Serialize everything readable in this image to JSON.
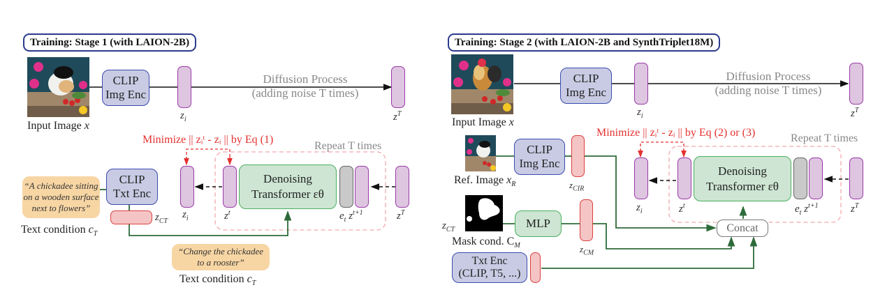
{
  "stage1": {
    "title": "Training: Stage 1 (with LAION-2B)",
    "input_image_label": "Input Image ",
    "input_image_var": "x",
    "input_image_icon": "chickadee-photo",
    "clip_img_enc": [
      "CLIP",
      "Img Enc"
    ],
    "diffusion_label": [
      "Diffusion Process",
      "(adding noise T times)"
    ],
    "minimize_label": "Minimize || zᵢᵗ - zᵢ || by Eq (1)",
    "repeat_label": "Repeat T times",
    "clip_txt_enc": [
      "CLIP",
      "Txt Enc"
    ],
    "prompt_text": [
      "“A chickadee sitting",
      "on a wooden surface",
      "next to flowers”"
    ],
    "text_condition_label": "Text condition ",
    "text_condition_var": "c",
    "text_condition_sub": "T",
    "denoiser": [
      "Denoising",
      "Transformer εθ"
    ],
    "edit_prompt": [
      "“Change the chickadee",
      "to a rooster”"
    ],
    "edit_condition_label": "Text condition ",
    "symbols": {
      "z_i": "z",
      "sub_i": "i",
      "sup_T": "T",
      "sup_t": "t",
      "sup_t1": "t+1",
      "e_t": "e",
      "sub_t": "t",
      "z_ct": "z",
      "sub_ct": "CT"
    }
  },
  "stage2": {
    "title": "Training: Stage 2 (with LAION-2B and SynthTriplet18M)",
    "input_image_label": "Input Image ",
    "input_image_var": "x",
    "input_image_icon": "rooster-photo",
    "clip_img_enc": [
      "CLIP",
      "Img Enc"
    ],
    "diffusion_label": [
      "Diffusion Process",
      "(adding noise T times)"
    ],
    "minimize_label": "Minimize || zᵢᵗ - zᵢ || by Eq (2) or (3)",
    "repeat_label": "Repeat T times",
    "ref_image_label": "Ref. Image ",
    "ref_image_var": "x",
    "ref_image_sub": "R",
    "ref_clip_enc": [
      "CLIP",
      "Img Enc"
    ],
    "mask_label": "Mask cond. C",
    "mask_sub": "M",
    "mlp_label": "MLP",
    "txt_enc": [
      "Txt Enc",
      "(CLIP, T5, ...)"
    ],
    "denoiser": [
      "Denoising",
      "Transformer εθ"
    ],
    "concat_label": "Concat",
    "symbols": {
      "z_cir": "z",
      "sub_cir": "CIR",
      "z_cm": "z",
      "sub_cm": "CM",
      "z_ct": "z",
      "sub_ct": "CT"
    }
  },
  "colors": {
    "encoder_fill": "#c8cbe3",
    "encoder_border": "#3b4bb0",
    "latent_fill": "#dec5e0",
    "latent_border": "#9a3aa8",
    "condition_fill": "#f5c5c5",
    "condition_border": "#d9403f",
    "denoiser_fill": "#cde5d2",
    "denoiser_border": "#4caf60",
    "prompt_fill": "#f7d6a4",
    "wire_green": "#2e6b3a",
    "loss_red": "#e3312f"
  }
}
